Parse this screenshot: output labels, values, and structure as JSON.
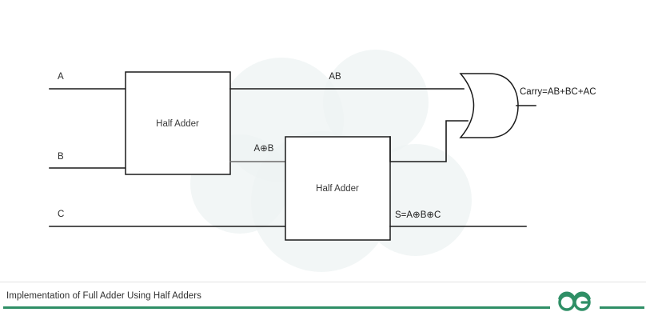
{
  "diagram": {
    "title_caption": "Implementation of Full Adder Using Half Adders",
    "inputs": [
      {
        "name": "input-a",
        "label": "A"
      },
      {
        "name": "input-b",
        "label": "B"
      },
      {
        "name": "input-c",
        "label": "C"
      }
    ],
    "blocks": [
      {
        "name": "half-adder-1",
        "label": "Half Adder"
      },
      {
        "name": "half-adder-2",
        "label": "Half Adder"
      }
    ],
    "gates": [
      {
        "name": "or-gate",
        "type": "OR"
      }
    ],
    "wire_labels": [
      {
        "name": "wire-label-ab",
        "label": "AB"
      },
      {
        "name": "wire-label-a-xor-b",
        "label": "A⊕B"
      }
    ],
    "outputs": [
      {
        "name": "output-sum",
        "label": "S=A⊕B⊕C"
      },
      {
        "name": "output-carry",
        "label": "Carry=AB+BC+AC"
      }
    ]
  },
  "footer": {
    "caption": "Implementation of Full Adder Using Half Adders",
    "logo_alt": "geeksforgeeks-logo"
  },
  "colors": {
    "accent_green": "#2f8f66",
    "wire": "#1a1a1a",
    "wire_soft": "#6b6b6b",
    "text": "#2b2b2b",
    "background": "#ffffff"
  }
}
